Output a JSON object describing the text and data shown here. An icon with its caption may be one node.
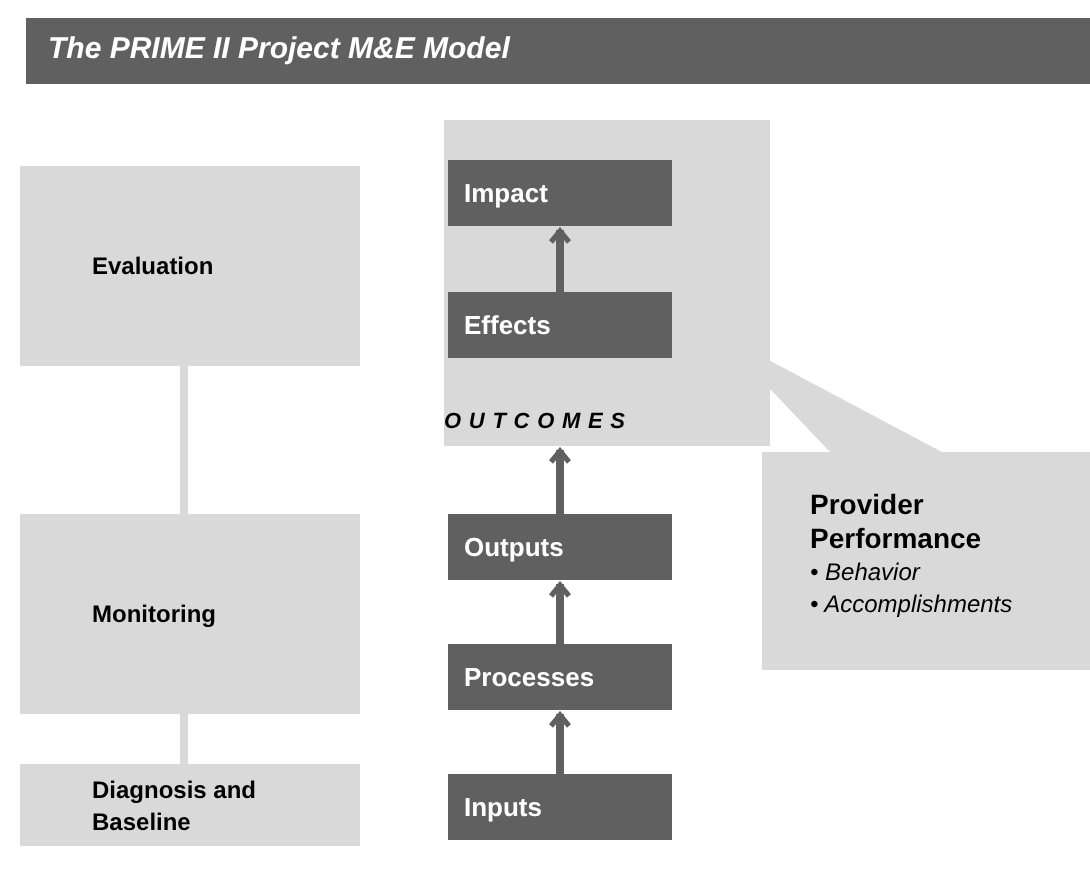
{
  "diagram": {
    "title": "The PRIME II Project M&E Model",
    "nodes": [
      {
        "text": [
          "Evaluation"
        ]
      },
      {
        "text": [
          "Monitoring"
        ]
      },
      {
        "text": [
          "Diagnosis and Baseline"
        ]
      },
      {
        "text": [
          "OUTCOMES"
        ]
      },
      {
        "text": [
          "Impact"
        ],
        "in": 3
      },
      {
        "text": [
          "Effects"
        ],
        "in": 3
      },
      {
        "text": [
          "Outputs"
        ]
      },
      {
        "text": [
          "Processes"
        ]
      },
      {
        "text": [
          "Inputs"
        ]
      },
      {
        "text": [
          "Provider Performance",
          "• Behavior",
          "• Accomplishments"
        ]
      }
    ],
    "edges": [
      {
        "from": 0,
        "to": 1,
        "arrow": "none",
        "color": "#d9d9d9"
      },
      {
        "from": 1,
        "to": 2,
        "arrow": "none",
        "color": "#d9d9d9"
      },
      {
        "from": 8,
        "to": 7,
        "arrow": "to"
      },
      {
        "from": 7,
        "to": 6,
        "arrow": "to"
      },
      {
        "from": 6,
        "to": 3,
        "arrow": "to"
      },
      {
        "from": 5,
        "to": 4,
        "arrow": "to"
      },
      {
        "from": 9,
        "to": 3,
        "arrow": "none",
        "color": "#d9d9d9"
      }
    ]
  }
}
